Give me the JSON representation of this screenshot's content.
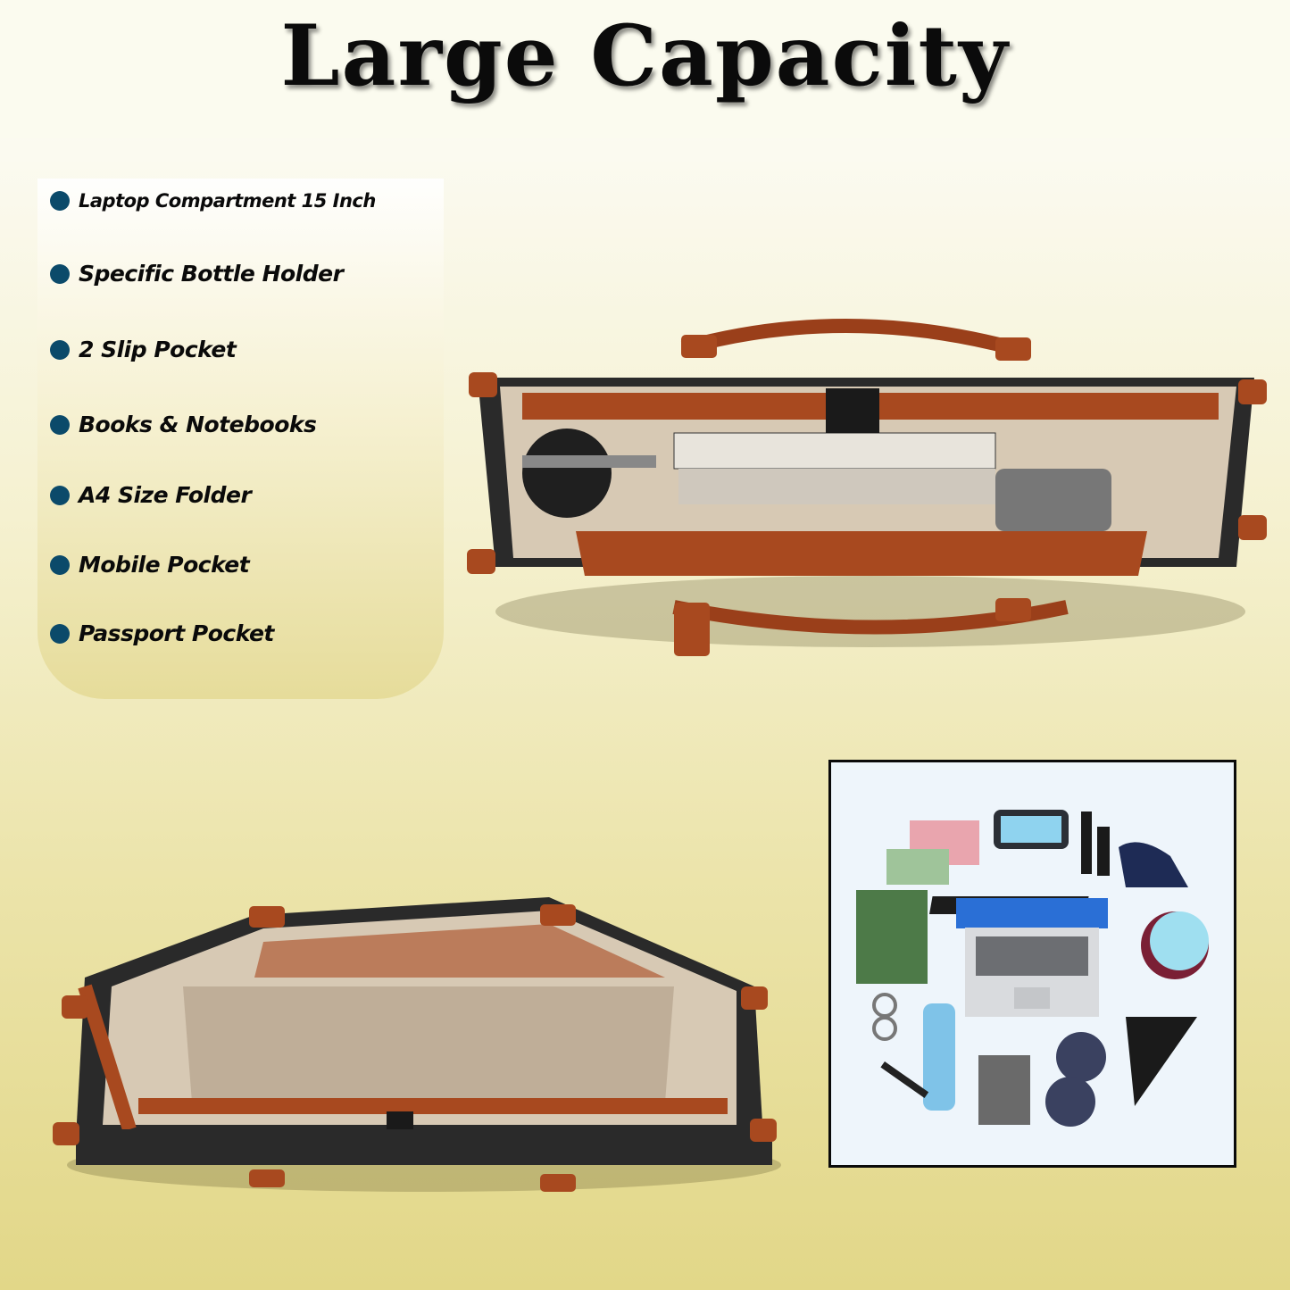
{
  "title": "Large Capacity",
  "features": [
    "Laptop Compartment 15 Inch",
    "Specific Bottle Holder",
    "2 Slip Pocket",
    "Books & Notebooks",
    "A4 Size Folder",
    "Mobile Pocket",
    "Passport Pocket"
  ],
  "colors": {
    "bullet": "#0b4a6a",
    "leather_tan": "#a8491f",
    "lining": "#d9cbb8",
    "background_bottom": "#e2d788"
  }
}
